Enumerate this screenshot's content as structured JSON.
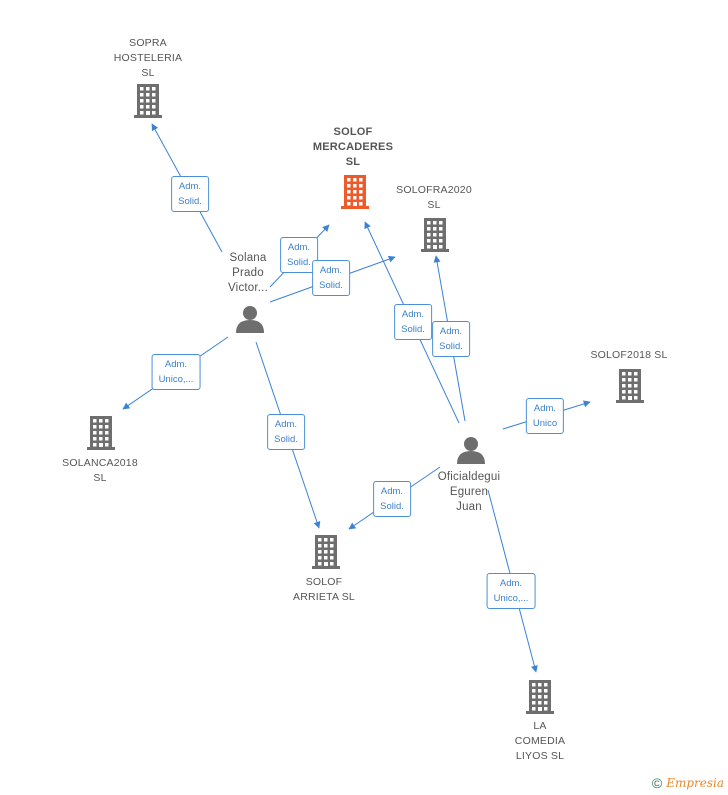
{
  "colors": {
    "edge": "#3b82d6",
    "building": "#6e6e6e",
    "building_main": "#ee5a2a",
    "person": "#6e6e6e"
  },
  "nodes": {
    "sopra": {
      "label": "SOPRA\nHOSTELERIA\nSL",
      "icon": "building-icon"
    },
    "mercaderes": {
      "label": "SOLOF\nMERCADERES\nSL",
      "icon": "building-icon"
    },
    "solofra2020": {
      "label": "SOLOFRA2020\nSL",
      "icon": "building-icon"
    },
    "solof2018": {
      "label": "SOLOF2018  SL",
      "icon": "building-icon"
    },
    "solanca2018": {
      "label": "SOLANCA2018\nSL",
      "icon": "building-icon"
    },
    "arrieta": {
      "label": "SOLOF\nARRIETA  SL",
      "icon": "building-icon"
    },
    "comedia": {
      "label": "LA\nCOMEDIA\nLIYOS SL",
      "icon": "building-icon"
    },
    "solana": {
      "label": "Solana\nPrado\nVictor...",
      "icon": "person-icon"
    },
    "oficialdegui": {
      "label": "Oficialdegui\nEguren\nJuan",
      "icon": "person-icon"
    }
  },
  "edges": [
    {
      "label": "Adm.\nSolid."
    },
    {
      "label": "Adm.\nSolid."
    },
    {
      "label": "Adm.\nSolid."
    },
    {
      "label": "Adm.\nUnico,..."
    },
    {
      "label": "Adm.\nSolid."
    },
    {
      "label": "Adm.\nSolid."
    },
    {
      "label": "Adm.\nSolid."
    },
    {
      "label": "Adm.\nUnico"
    },
    {
      "label": "Adm.\nSolid."
    },
    {
      "label": "Adm.\nUnico,..."
    }
  ],
  "footer": {
    "copyright": "©",
    "brand": "Empresia"
  }
}
